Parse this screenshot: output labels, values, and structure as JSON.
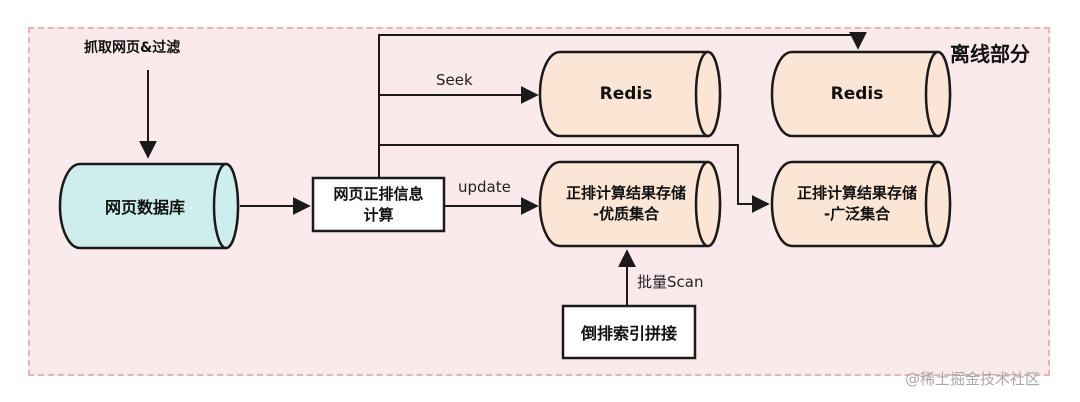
{
  "region": {
    "label": "离线部分"
  },
  "source": {
    "label": "抓取网页&过滤"
  },
  "nodes": {
    "db": {
      "label": "网页数据库"
    },
    "compute": {
      "label": "网页正排信息\n计算"
    },
    "redis_a": {
      "label": "Redis"
    },
    "redis_b": {
      "label": "Redis"
    },
    "store_premium": {
      "label": "正排计算结果存储\n-优质集合"
    },
    "store_broad": {
      "label": "正排计算结果存储\n-广泛集合"
    },
    "inverted": {
      "label": "倒排索引拼接"
    }
  },
  "edges": {
    "seek": "Seek",
    "update": "update",
    "scan": "批量Scan"
  },
  "colors": {
    "cylinder_teal": "#cdeeed",
    "cylinder_peach": "#fbe6d6",
    "box_fill": "#ffffff",
    "stroke": "#1a1a1a",
    "region_fill": "#fbeaec"
  },
  "watermark": "@稀土掘金技术社区"
}
